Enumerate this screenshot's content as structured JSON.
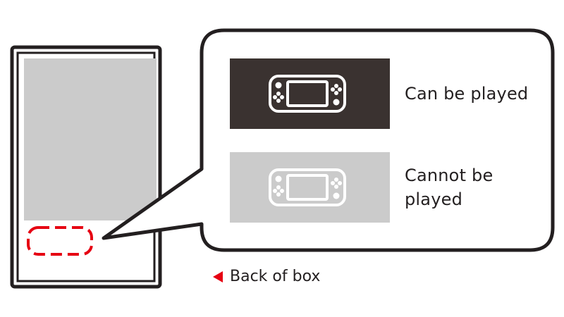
{
  "legend": {
    "playable_label": "Can be played",
    "unplayable_label": "Cannot be\nplayed"
  },
  "caption": {
    "text": "Back of box"
  },
  "colors": {
    "outline": "#231f20",
    "box_art": "#cbcbcb",
    "playable_bg": "#3a3230",
    "unplayable_bg": "#cbcbcb",
    "icon_fill": "#ffffff",
    "highlight": "#e60012"
  },
  "icons": {
    "playable": "handheld-console-icon",
    "unplayable": "handheld-console-icon"
  }
}
